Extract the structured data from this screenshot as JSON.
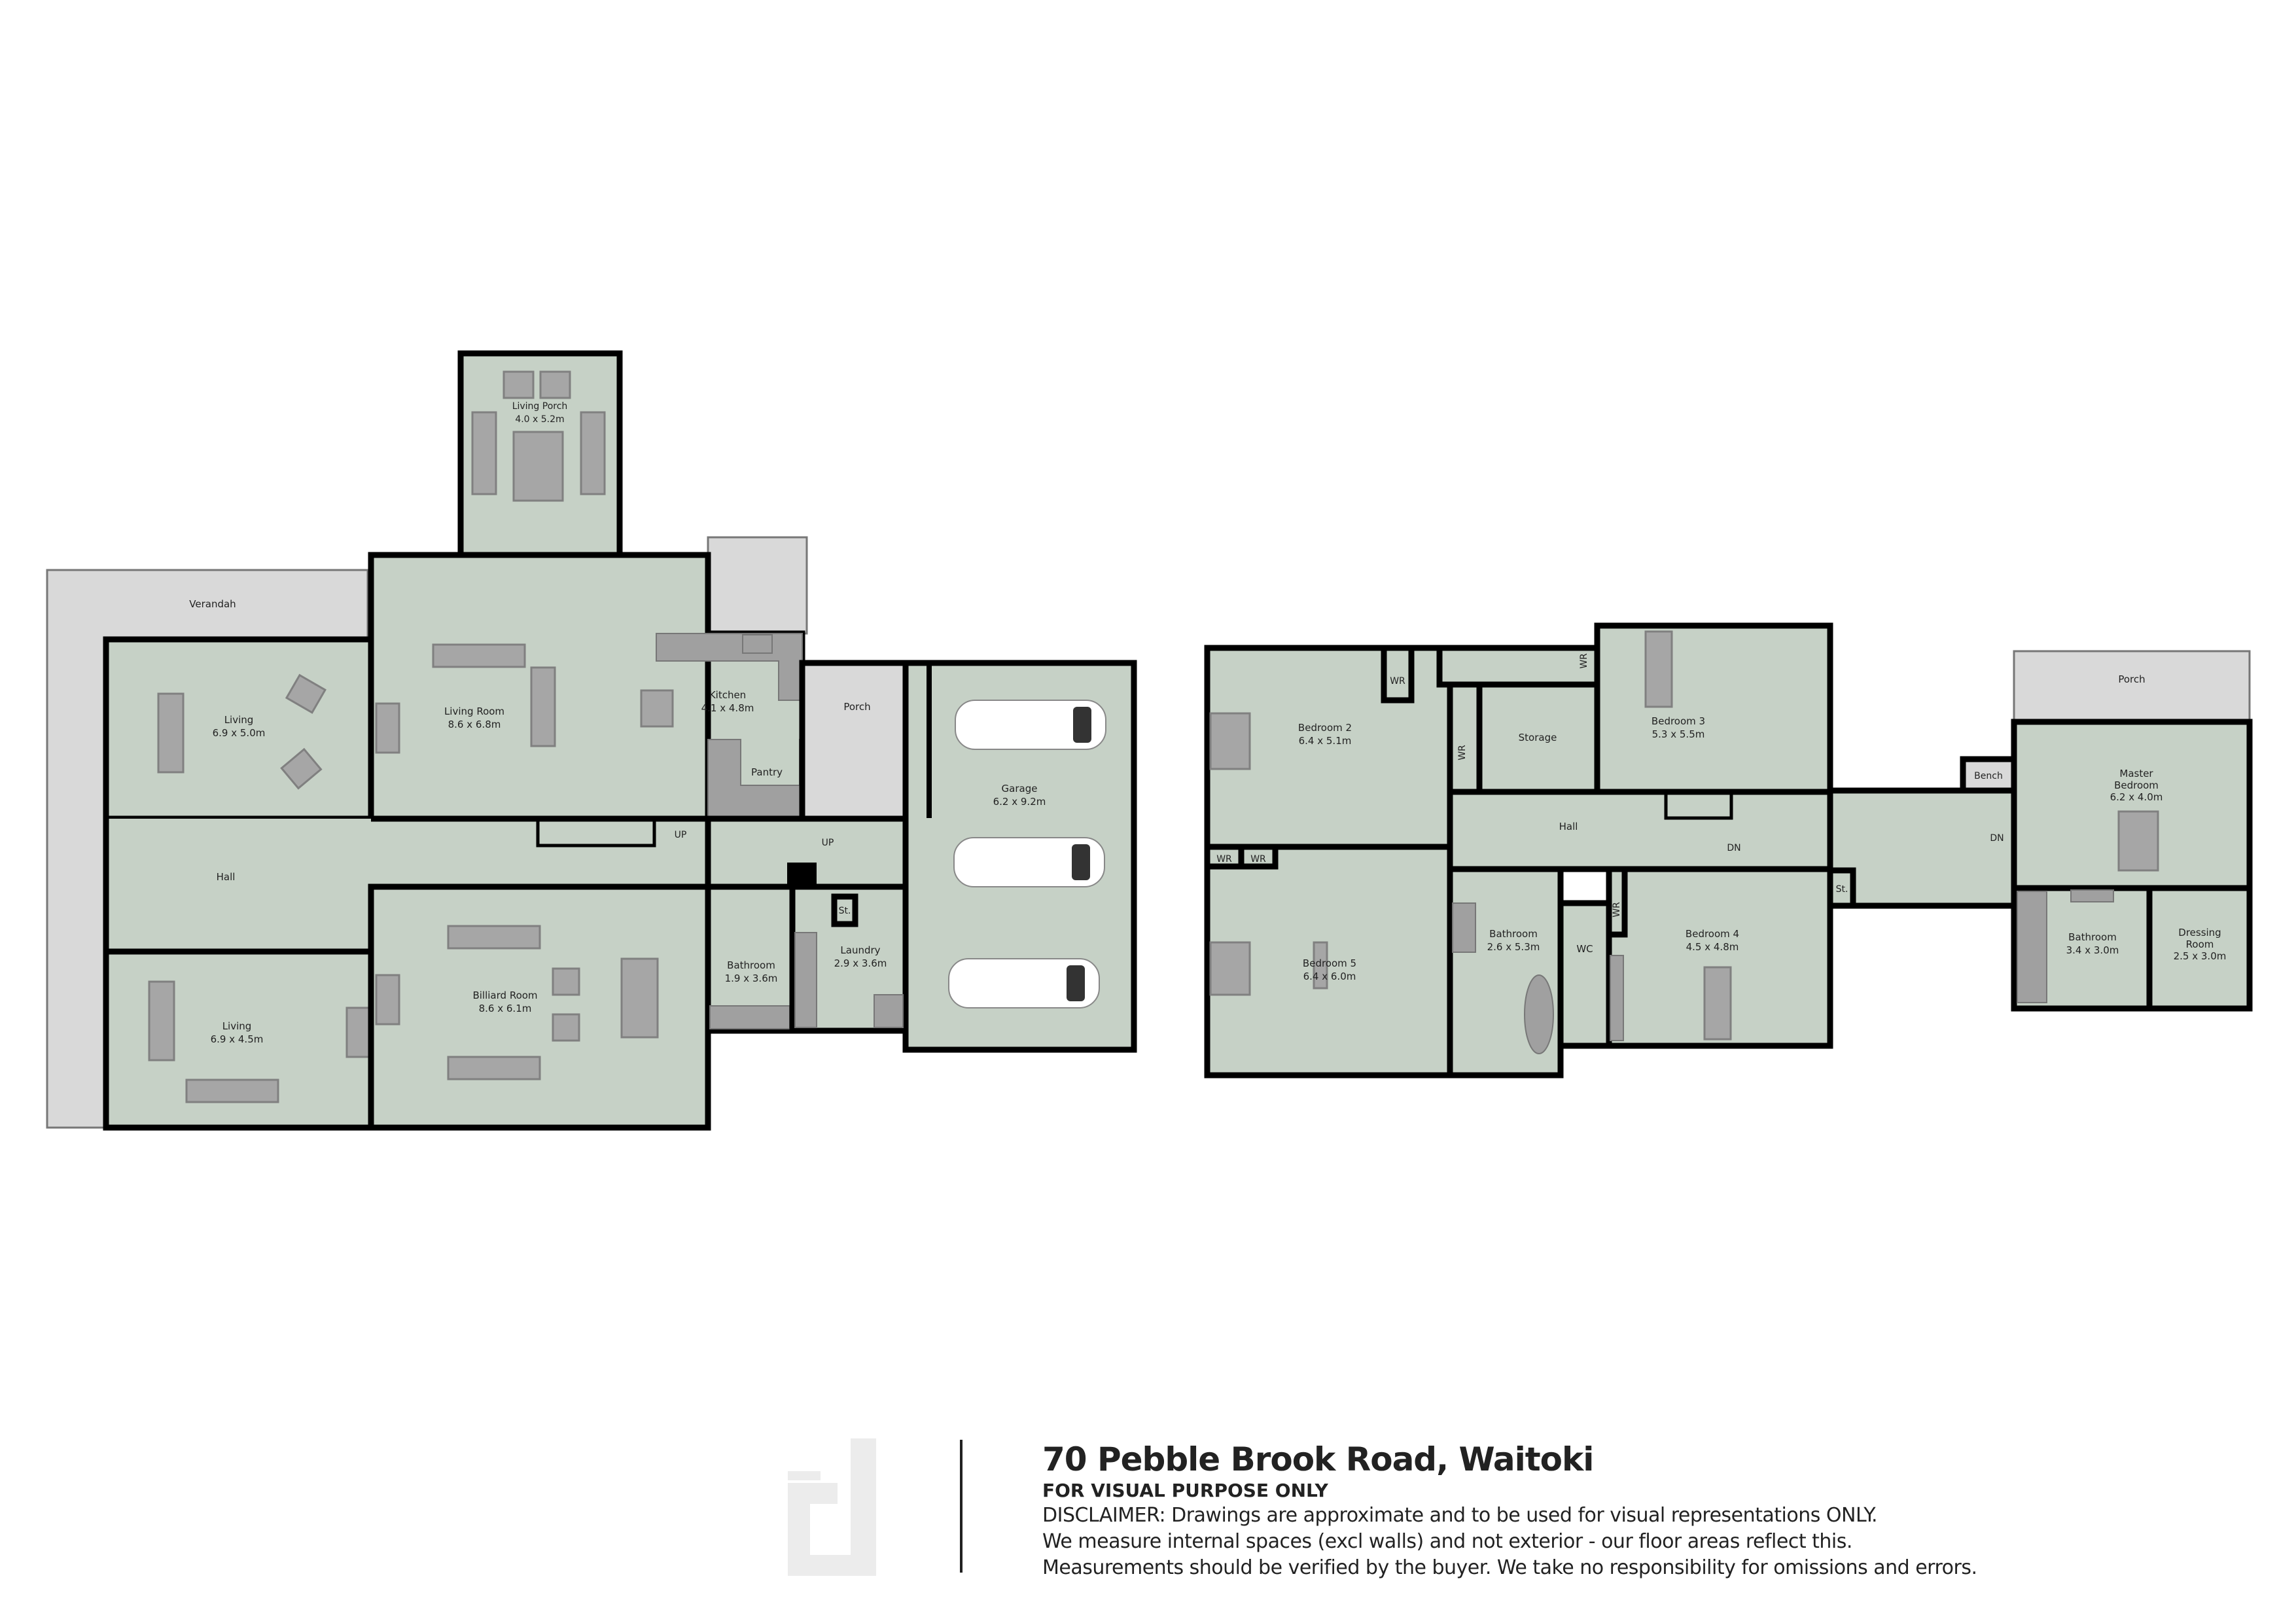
{
  "colors": {
    "room_fill": "#c6d1c6",
    "outdoor_fill": "#d9d9d9",
    "furniture": "#a6a6a6",
    "walls": "#000000"
  },
  "ground_floor": {
    "verandah": "Verandah",
    "living_top": {
      "name": "Living",
      "dims": "6.9 x 5.0m"
    },
    "living_room": {
      "name": "Living Room",
      "dims": "8.6 x 6.8m"
    },
    "living_porch": {
      "name": "Living Porch",
      "dims": "4.0 x 5.2m"
    },
    "kitchen": {
      "name": "Kitchen",
      "dims": "4.1 x 4.8m"
    },
    "pantry": "Pantry",
    "porch": "Porch",
    "garage": {
      "name": "Garage",
      "dims": "6.2 x 9.2m"
    },
    "hall": "Hall",
    "stairs_up_1": "UP",
    "stairs_up_2": "UP",
    "living_bottom": {
      "name": "Living",
      "dims": "6.9 x 4.5m"
    },
    "billiard_room": {
      "name": "Billiard Room",
      "dims": "8.6 x 6.1m"
    },
    "bathroom": {
      "name": "Bathroom",
      "dims": "1.9 x 3.6m"
    },
    "laundry": {
      "name": "Laundry",
      "dims": "2.9 x 3.6m"
    },
    "storage": "St."
  },
  "upper_floor": {
    "bedroom_2": {
      "name": "Bedroom 2",
      "dims": "6.4 x 5.1m"
    },
    "wr_a": "WR",
    "wr_b": "WR",
    "wr_c": "WR",
    "wr_d": "WR",
    "wr_e": "WR",
    "wr_f": "WR",
    "storage": "Storage",
    "bedroom_3": {
      "name": "Bedroom 3",
      "dims": "5.3 x 5.5m"
    },
    "hall": "Hall",
    "stairs_dn_1": "DN",
    "stairs_dn_2": "DN",
    "bedroom_5": {
      "name": "Bedroom 5",
      "dims": "6.4 x 6.0m"
    },
    "bathroom": {
      "name": "Bathroom",
      "dims": "2.6 x 5.3m"
    },
    "wc": "WC",
    "bedroom_4": {
      "name": "Bedroom 4",
      "dims": "4.5 x 4.8m"
    },
    "st": "St.",
    "bench": "Bench",
    "porch": "Porch",
    "master_bedroom": {
      "name_1": "Master",
      "name_2": "Bedroom",
      "dims": "6.2 x 4.0m"
    },
    "master_bathroom": {
      "name": "Bathroom",
      "dims": "3.4 x 3.0m"
    },
    "dressing_room": {
      "name_1": "Dressing",
      "name_2": "Room",
      "dims": "2.5 x 3.0m"
    }
  },
  "footer": {
    "title": "70 Pebble Brook Road, Waitoki",
    "subtitle": "FOR VISUAL PURPOSE ONLY",
    "disclaimer_1": "DISCLAIMER:  Drawings are approximate and to be used for visual representations ONLY.",
    "disclaimer_2": "We measure internal spaces (excl walls) and not exterior - our floor areas reflect this.",
    "disclaimer_3": "Measurements should be verified by the buyer. We take no responsibility for omissions and errors."
  }
}
